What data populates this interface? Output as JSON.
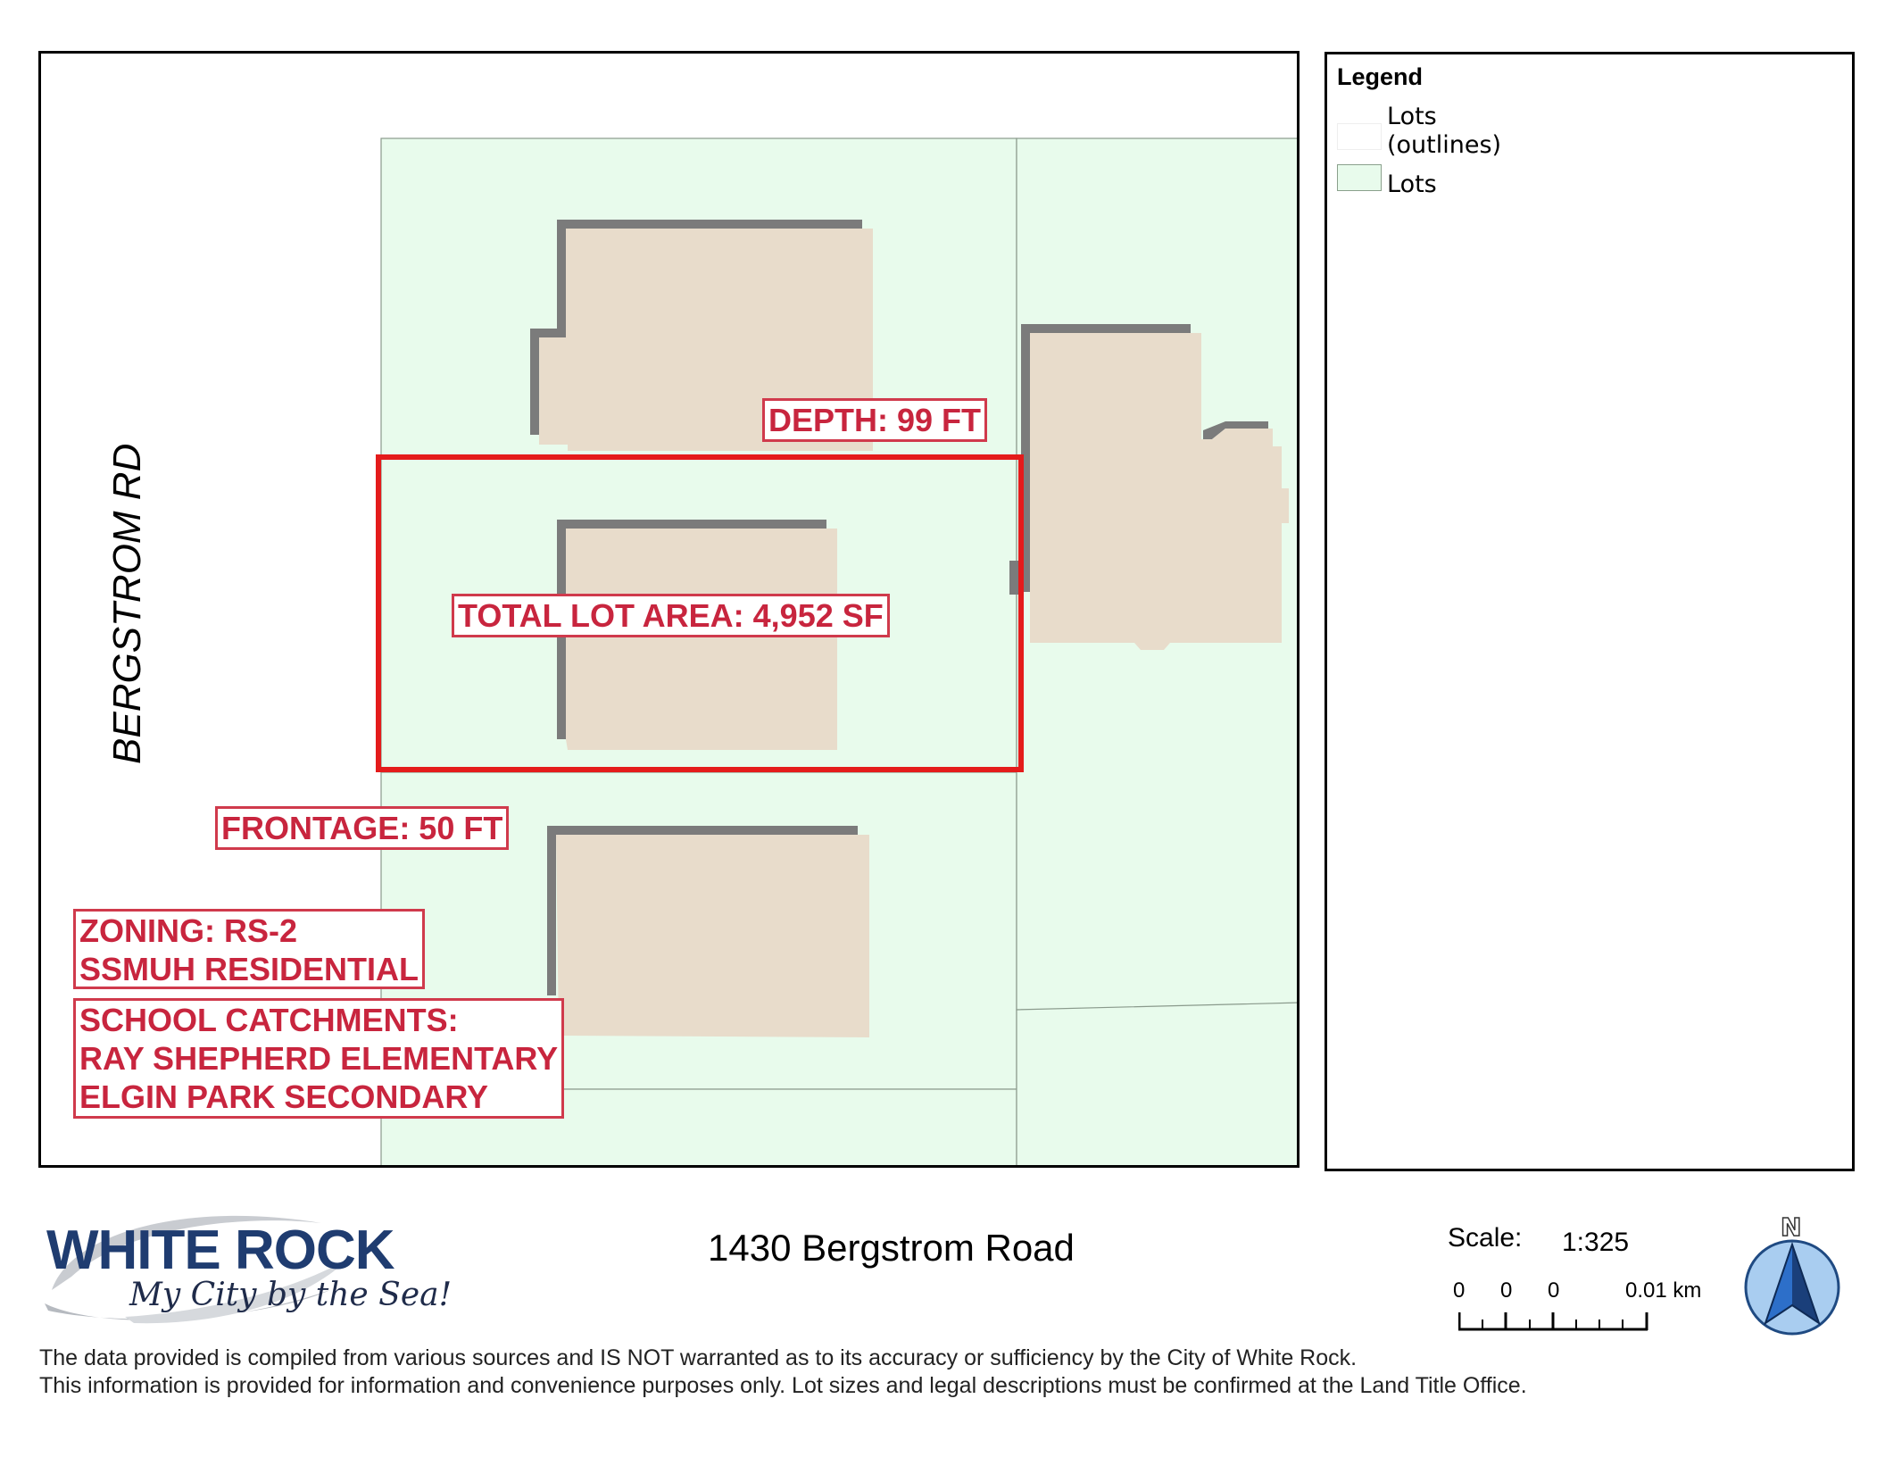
{
  "map": {
    "street_label": "BERGSTROM RD",
    "subject_outline_color": "#e41b1b",
    "lot_fill_color": "#e8fbec",
    "building_fill_color": "#e8dccb",
    "building_shadow_color": "#7b7b7b"
  },
  "labels": {
    "depth": "DEPTH: 99 FT",
    "area": "TOTAL LOT AREA: 4,952 SF",
    "frontage": "FRONTAGE: 50 FT",
    "zoning_line1": "ZONING: RS-2",
    "zoning_line2": "SSMUH RESIDENTIAL",
    "school_line1": "SCHOOL CATCHMENTS:",
    "school_line2": "RAY SHEPHERD ELEMENTARY",
    "school_line3": "ELGIN PARK SECONDARY"
  },
  "legend": {
    "title": "Legend",
    "items": [
      {
        "label_line1": "Lots",
        "label_line2": "(outlines)",
        "swatch": "#ffffff"
      },
      {
        "label_line1": "Lots",
        "label_line2": "",
        "swatch": "#e8fbec"
      }
    ]
  },
  "footer": {
    "logo_main": "WHITE ROCK",
    "logo_tagline": "My City by the Sea!",
    "title": "1430 Bergstrom Road",
    "scale_label": "Scale:",
    "scale_value": "1:325",
    "scalebar_ticks": [
      "0",
      "0",
      "0",
      "0.01 km"
    ],
    "north_letter": "N",
    "disclaimer_line1": "The data provided is compiled from various sources and IS NOT warranted as to its accuracy or sufficiency by the City of White Rock.",
    "disclaimer_line2": "This information is provided for information and convenience purposes only.  Lot sizes and legal descriptions must be confirmed at the Land Title Office."
  }
}
